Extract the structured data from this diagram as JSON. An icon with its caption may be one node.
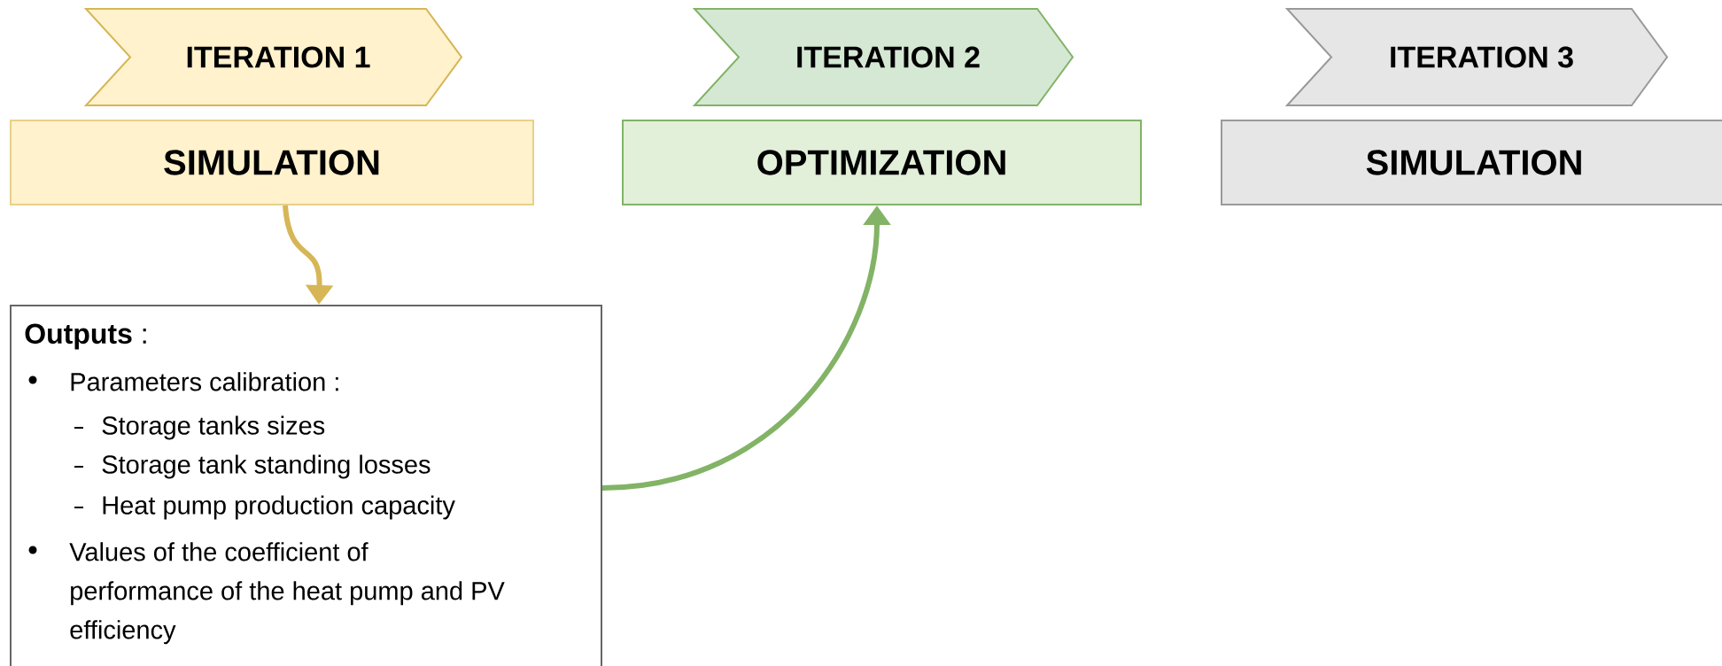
{
  "diagram": {
    "nodes": [
      {
        "text": [
          "ITERATION 1"
        ]
      },
      {
        "text": [
          "SIMULATION"
        ]
      },
      {
        "text": [
          "ITERATION 2"
        ]
      },
      {
        "text": [
          "OPTIMIZATION"
        ]
      },
      {
        "text": [
          "ITERATION 3"
        ]
      },
      {
        "text": [
          "SIMULATION"
        ]
      },
      {
        "text": [
          "**Outputs** :",
          "Parameters calibration :",
          "Storage tanks sizes",
          "Storage tank standing losses",
          "Heat pump production capacity",
          "Values of the coefficient of performance of the heat pump and PV efficiency"
        ]
      }
    ],
    "edges": [
      {
        "from": 1,
        "to": 6,
        "arrow": "to",
        "color": "#d6b656"
      },
      {
        "from": 6,
        "to": 3,
        "arrow": "to",
        "color": "#82b366"
      }
    ]
  }
}
